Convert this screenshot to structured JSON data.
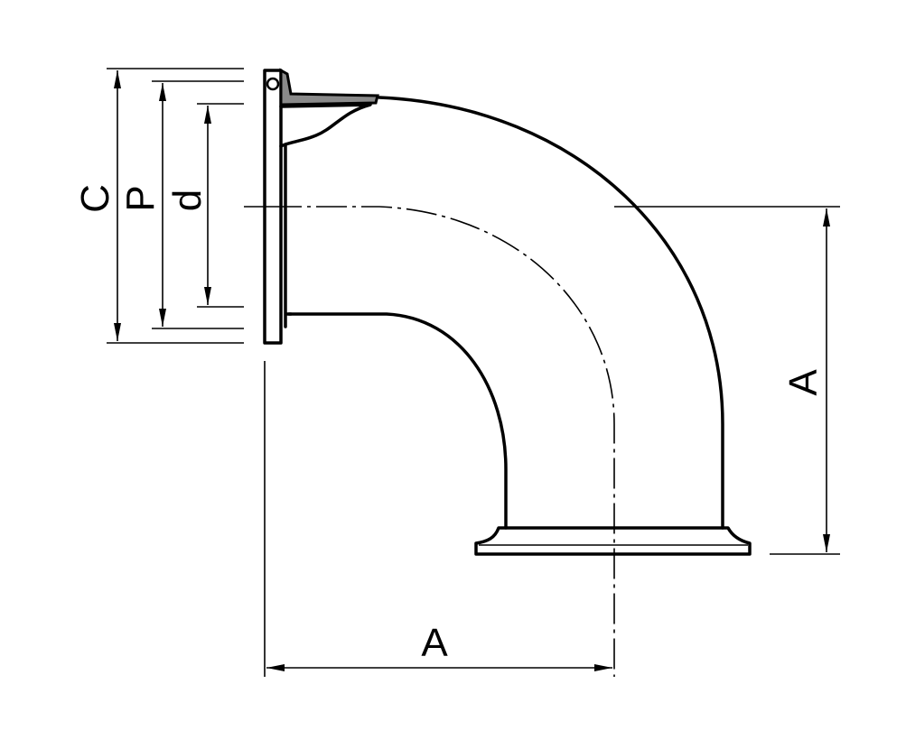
{
  "dimensions": {
    "c": "C",
    "p": "P",
    "d": "d",
    "a_vertical": "A",
    "a_horizontal": "A"
  },
  "colors": {
    "line": "#000000",
    "gasket_fill": "#8a8a8a",
    "background": "#ffffff"
  }
}
